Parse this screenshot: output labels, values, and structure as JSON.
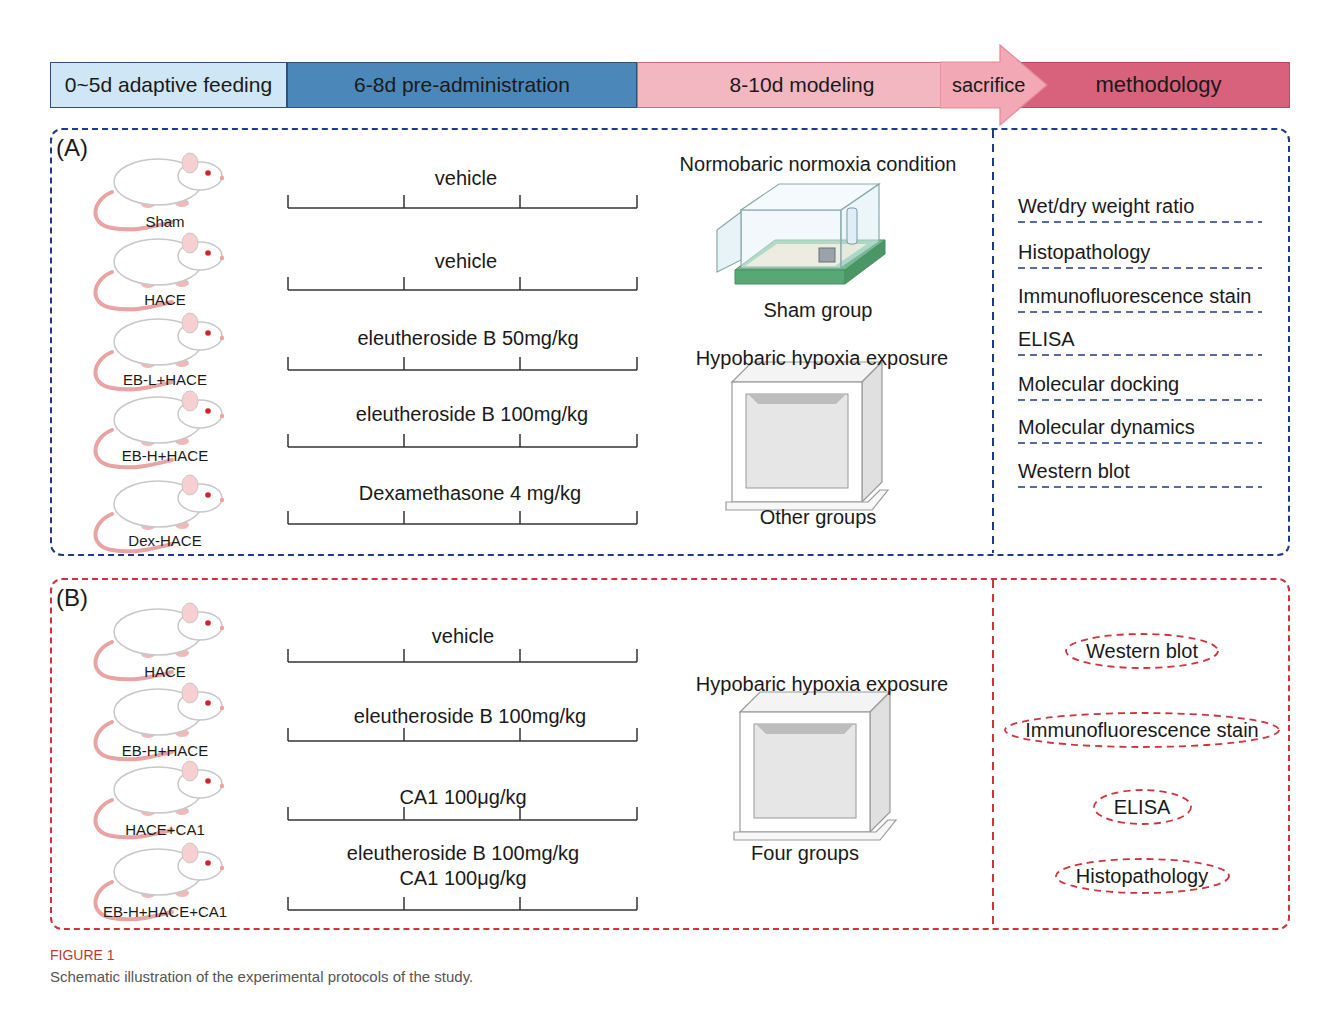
{
  "diagram": {
    "caption": "Schematic illustration of the experimental protocols of the study.",
    "nodes": [
      {
        "text": [
          "0~5d adaptive feeding"
        ]
      },
      {
        "text": [
          "6-8d pre-administration"
        ]
      },
      {
        "text": [
          "8-10d modeling"
        ]
      },
      {
        "text": [
          "sacrifice"
        ]
      },
      {
        "text": [
          "methodology"
        ]
      },
      {
        "text": [
          "(A)"
        ]
      },
      {
        "text": [
          "(B)"
        ]
      },
      {
        "text": [
          "Western blot"
        ],
        "in": 6
      },
      {
        "text": [
          "Immunofluorescence stain"
        ],
        "in": 6
      },
      {
        "text": [
          "ELISA"
        ],
        "in": 6
      },
      {
        "text": [
          "Histopathology"
        ],
        "in": 6
      }
    ],
    "labels": [
      "Sham",
      "HACE",
      "EB-L+HACE",
      "EB-H+HACE",
      "Dex-HACE",
      "vehicle",
      "vehicle",
      "eleutheroside B 50mg/kg",
      "eleutheroside B 100mg/kg",
      "Dexamethasone 4 mg/kg",
      "Normobaric normoxia condition",
      "Sham group",
      "Hypobaric hypoxia exposure",
      "Other groups",
      "Wet/dry weight ratio",
      "Histopathology",
      "Immunofluorescence stain",
      "ELISA",
      "Molecular docking",
      "Molecular dynamics",
      "Western blot",
      "HACE",
      "EB-H+HACE",
      "HACE+CA1",
      "EB-H+HACE+CA1",
      "vehicle",
      "eleutheroside B 100mg/kg",
      "CA1 100μg/kg",
      "eleutheroside B 100mg/kg",
      "CA1 100μg/kg",
      "Hypobaric hypoxia exposure",
      "Four groups",
      "FIGURE 1"
    ]
  }
}
